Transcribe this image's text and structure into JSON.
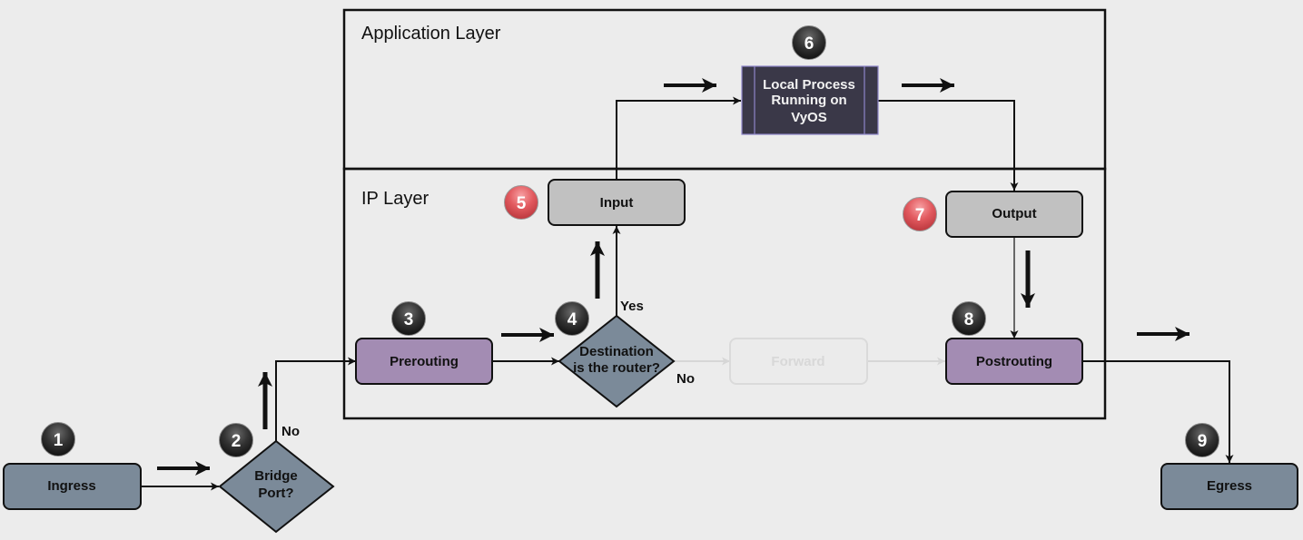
{
  "layers": {
    "application": "Application Layer",
    "ip": "IP Layer"
  },
  "nodes": {
    "ingress": "Ingress",
    "bridge_port": [
      "Bridge",
      "Port?"
    ],
    "prerouting": "Prerouting",
    "destination": [
      "Destination",
      "is the router?"
    ],
    "input": "Input",
    "local_process": [
      "Local Process",
      "Running on",
      "VyOS"
    ],
    "output": "Output",
    "forward": "Forward",
    "postrouting": "Postrouting",
    "egress": "Egress"
  },
  "edge_labels": {
    "bridge_no": "No",
    "dest_yes": "Yes",
    "dest_no": "No"
  },
  "badges": {
    "ingress": "1",
    "bridge_port": "2",
    "prerouting": "3",
    "destination": "4",
    "input": "5",
    "local_process": "6",
    "output": "7",
    "postrouting": "8",
    "egress": "9"
  },
  "colors": {
    "background": "#ececec",
    "slate_node": "#7b8a99",
    "purple_node": "#a38cb3",
    "gray_node": "#c1c1c1",
    "local_process": "#3a3848",
    "dark_badge": "#2b2b2b",
    "red_badge": "#e2555a"
  }
}
